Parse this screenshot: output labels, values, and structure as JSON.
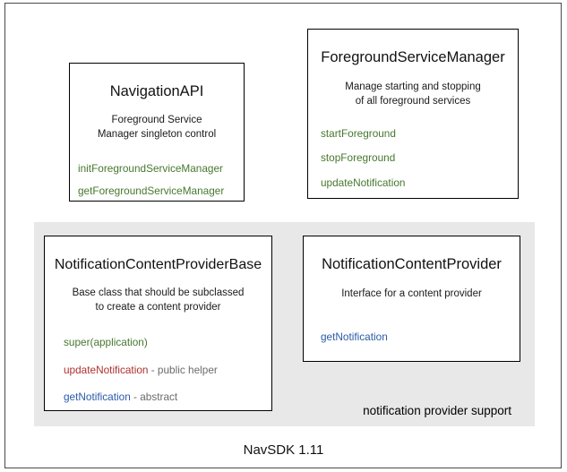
{
  "diagram": {
    "footer_caption": "NavSDK 1.11",
    "group_panel": {
      "label": "notification provider support",
      "background_color": "#e8e8e8"
    },
    "colors": {
      "method_green": "#47782f",
      "method_red": "#b03030",
      "method_blue": "#2a5aa8",
      "note_gray": "#6b6b6b",
      "box_border": "#000000",
      "frame_border": "#4a4a4a"
    },
    "boxes": [
      {
        "id": "navigation-api",
        "title": "NavigationAPI",
        "description_line1": "Foreground Service",
        "description_line2": "Manager singleton control",
        "members": [
          {
            "name": "initForegroundServiceManager",
            "note": "",
            "color": "green"
          },
          {
            "name": "getForegroundServiceManager",
            "note": "",
            "color": "green"
          }
        ]
      },
      {
        "id": "foreground-service-manager",
        "title": "ForegroundServiceManager",
        "description_line1": "Manage starting and stopping",
        "description_line2": "of all foreground services",
        "members": [
          {
            "name": "startForeground",
            "note": "",
            "color": "green"
          },
          {
            "name": "stopForeground",
            "note": "",
            "color": "green"
          },
          {
            "name": "updateNotification",
            "note": "",
            "color": "green"
          }
        ]
      },
      {
        "id": "notification-content-provider-base",
        "title": "NotificationContentProviderBase",
        "description_line1": "Base class that should be subclassed",
        "description_line2": "to create a content provider",
        "members": [
          {
            "name": "super(application)",
            "note": "",
            "color": "green"
          },
          {
            "name": "updateNotification",
            "note": " - public helper",
            "color": "red"
          },
          {
            "name": "getNotification",
            "note": " - abstract",
            "color": "blue"
          }
        ]
      },
      {
        "id": "notification-content-provider",
        "title": "NotificationContentProvider",
        "description_line1": "Interface for a content provider",
        "description_line2": "",
        "members": [
          {
            "name": "getNotification",
            "note": "",
            "color": "blue"
          }
        ]
      }
    ]
  }
}
